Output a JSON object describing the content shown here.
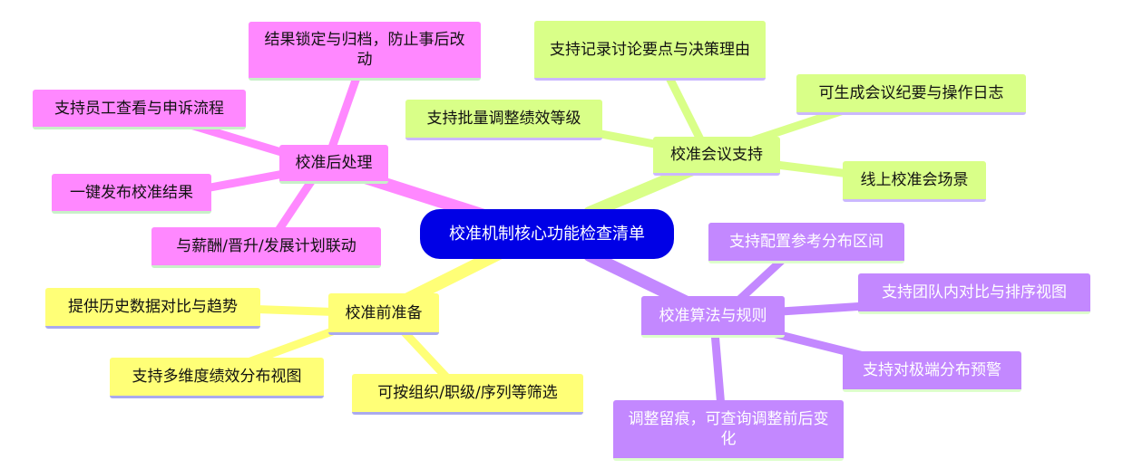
{
  "root": {
    "label": "校准机制核心功能检查清单"
  },
  "branches": {
    "post": {
      "label": "校准后处理",
      "items": [
        "结果锁定与归档，防止事后改动",
        "支持员工查看与申诉流程",
        "一键发布校准结果",
        "与薪酬/晋升/发展计划联动"
      ]
    },
    "meeting": {
      "label": "校准会议支持",
      "items": [
        "支持记录讨论要点与决策理由",
        "可生成会议纪要与操作日志",
        "支持批量调整绩效等级",
        "线上校准会场景"
      ]
    },
    "prep": {
      "label": "校准前准备",
      "items": [
        "提供历史数据对比与趋势",
        "支持多维度绩效分布视图",
        "可按组织/职级/序列等筛选"
      ]
    },
    "algo": {
      "label": "校准算法与规则",
      "items": [
        "支持配置参考分布区间",
        "支持团队内对比与排序视图",
        "支持对极端分布预警",
        "调整留痕，可查询调整前后变化"
      ]
    }
  },
  "colors": {
    "root": "#0000e6",
    "post": "#ff88ff",
    "meeting": "#d9ff88",
    "prep": "#ffff77",
    "algo": "#c388ff"
  }
}
